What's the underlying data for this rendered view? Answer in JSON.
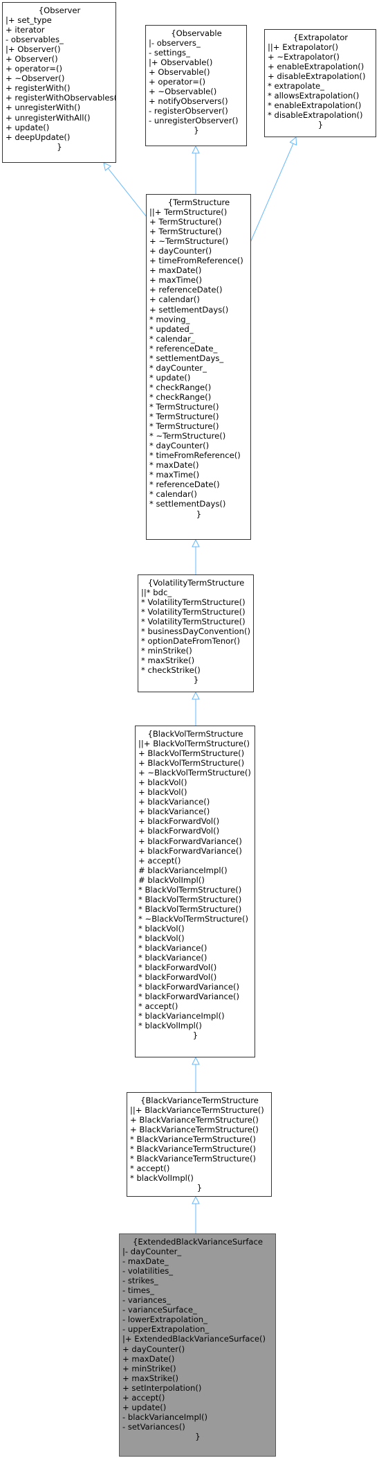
{
  "colors": {
    "edge": "#63b8ff",
    "highlight_fill": "#9a9a9a"
  },
  "classes": [
    {
      "id": "observer",
      "lines": [
        "{Observer",
        "|+ set_type",
        "+ iterator",
        "- observables_",
        "|+ Observer()",
        "+ Observer()",
        "+ operator=()",
        "+ ~Observer()",
        "+ registerWith()",
        "+ registerWithObservables()",
        "+ unregisterWith()",
        "+ unregisterWithAll()",
        "+ update()",
        "+ deepUpdate()",
        "}"
      ]
    },
    {
      "id": "observable",
      "lines": [
        "{Observable",
        "|- observers_",
        "- settings_",
        "|+ Observable()",
        "+ Observable()",
        "+ operator=()",
        "+ ~Observable()",
        "+ notifyObservers()",
        "- registerObserver()",
        "- unregisterObserver()",
        "}"
      ]
    },
    {
      "id": "extrapolator",
      "lines": [
        "{Extrapolator",
        "||+ Extrapolator()",
        "+ ~Extrapolator()",
        "+ enableExtrapolation()",
        "+ disableExtrapolation()",
        "* extrapolate_",
        "* allowsExtrapolation()",
        "* enableExtrapolation()",
        "* disableExtrapolation()",
        "}"
      ]
    },
    {
      "id": "termstructure",
      "lines": [
        "{TermStructure",
        "||+ TermStructure()",
        "+ TermStructure()",
        "+ TermStructure()",
        "+ ~TermStructure()",
        "+ dayCounter()",
        "+ timeFromReference()",
        "+ maxDate()",
        "+ maxTime()",
        "+ referenceDate()",
        "+ calendar()",
        "+ settlementDays()",
        "* moving_",
        "* updated_",
        "* calendar_",
        "* referenceDate_",
        "* settlementDays_",
        "* dayCounter_",
        "* update()",
        "* checkRange()",
        "* checkRange()",
        "* TermStructure()",
        "* TermStructure()",
        "* TermStructure()",
        "* ~TermStructure()",
        "* dayCounter()",
        "* timeFromReference()",
        "* maxDate()",
        "* maxTime()",
        "* referenceDate()",
        "* calendar()",
        "* settlementDays()",
        "}"
      ]
    },
    {
      "id": "volatilitytermstructure",
      "lines": [
        "{VolatilityTermStructure",
        "||* bdc_",
        "* VolatilityTermStructure()",
        "* VolatilityTermStructure()",
        "* VolatilityTermStructure()",
        "* businessDayConvention()",
        "* optionDateFromTenor()",
        "* minStrike()",
        "* maxStrike()",
        "* checkStrike()",
        "}"
      ]
    },
    {
      "id": "blackvoltermstructure",
      "lines": [
        "{BlackVolTermStructure",
        "||+ BlackVolTermStructure()",
        "+ BlackVolTermStructure()",
        "+ BlackVolTermStructure()",
        "+ ~BlackVolTermStructure()",
        "+ blackVol()",
        "+ blackVol()",
        "+ blackVariance()",
        "+ blackVariance()",
        "+ blackForwardVol()",
        "+ blackForwardVol()",
        "+ blackForwardVariance()",
        "+ blackForwardVariance()",
        "+ accept()",
        "# blackVarianceImpl()",
        "# blackVolImpl()",
        "* BlackVolTermStructure()",
        "* BlackVolTermStructure()",
        "* BlackVolTermStructure()",
        "* ~BlackVolTermStructure()",
        "* blackVol()",
        "* blackVol()",
        "* blackVariance()",
        "* blackVariance()",
        "* blackForwardVol()",
        "* blackForwardVol()",
        "* blackForwardVariance()",
        "* blackForwardVariance()",
        "* accept()",
        "* blackVarianceImpl()",
        "* blackVolImpl()",
        "}"
      ]
    },
    {
      "id": "blackvariancetermstructure",
      "lines": [
        "{BlackVarianceTermStructure",
        "||+ BlackVarianceTermStructure()",
        "+ BlackVarianceTermStructure()",
        "+ BlackVarianceTermStructure()",
        "* BlackVarianceTermStructure()",
        "* BlackVarianceTermStructure()",
        "* BlackVarianceTermStructure()",
        "* accept()",
        "* blackVolImpl()",
        "}"
      ]
    },
    {
      "id": "extendedblackvariancesurface",
      "lines": [
        "{ExtendedBlackVarianceSurface",
        "|- dayCounter_",
        "- maxDate_",
        "- volatilities_",
        "- strikes_",
        "- times_",
        "- variances_",
        "- varianceSurface_",
        "- lowerExtrapolation_",
        "- upperExtrapolation_",
        "|+ ExtendedBlackVarianceSurface()",
        "+ dayCounter()",
        "+ maxDate()",
        "+ minStrike()",
        "+ maxStrike()",
        "+ setInterpolation()",
        "+ accept()",
        "+ update()",
        "- blackVarianceImpl()",
        "- setVariances()",
        "}"
      ]
    }
  ]
}
